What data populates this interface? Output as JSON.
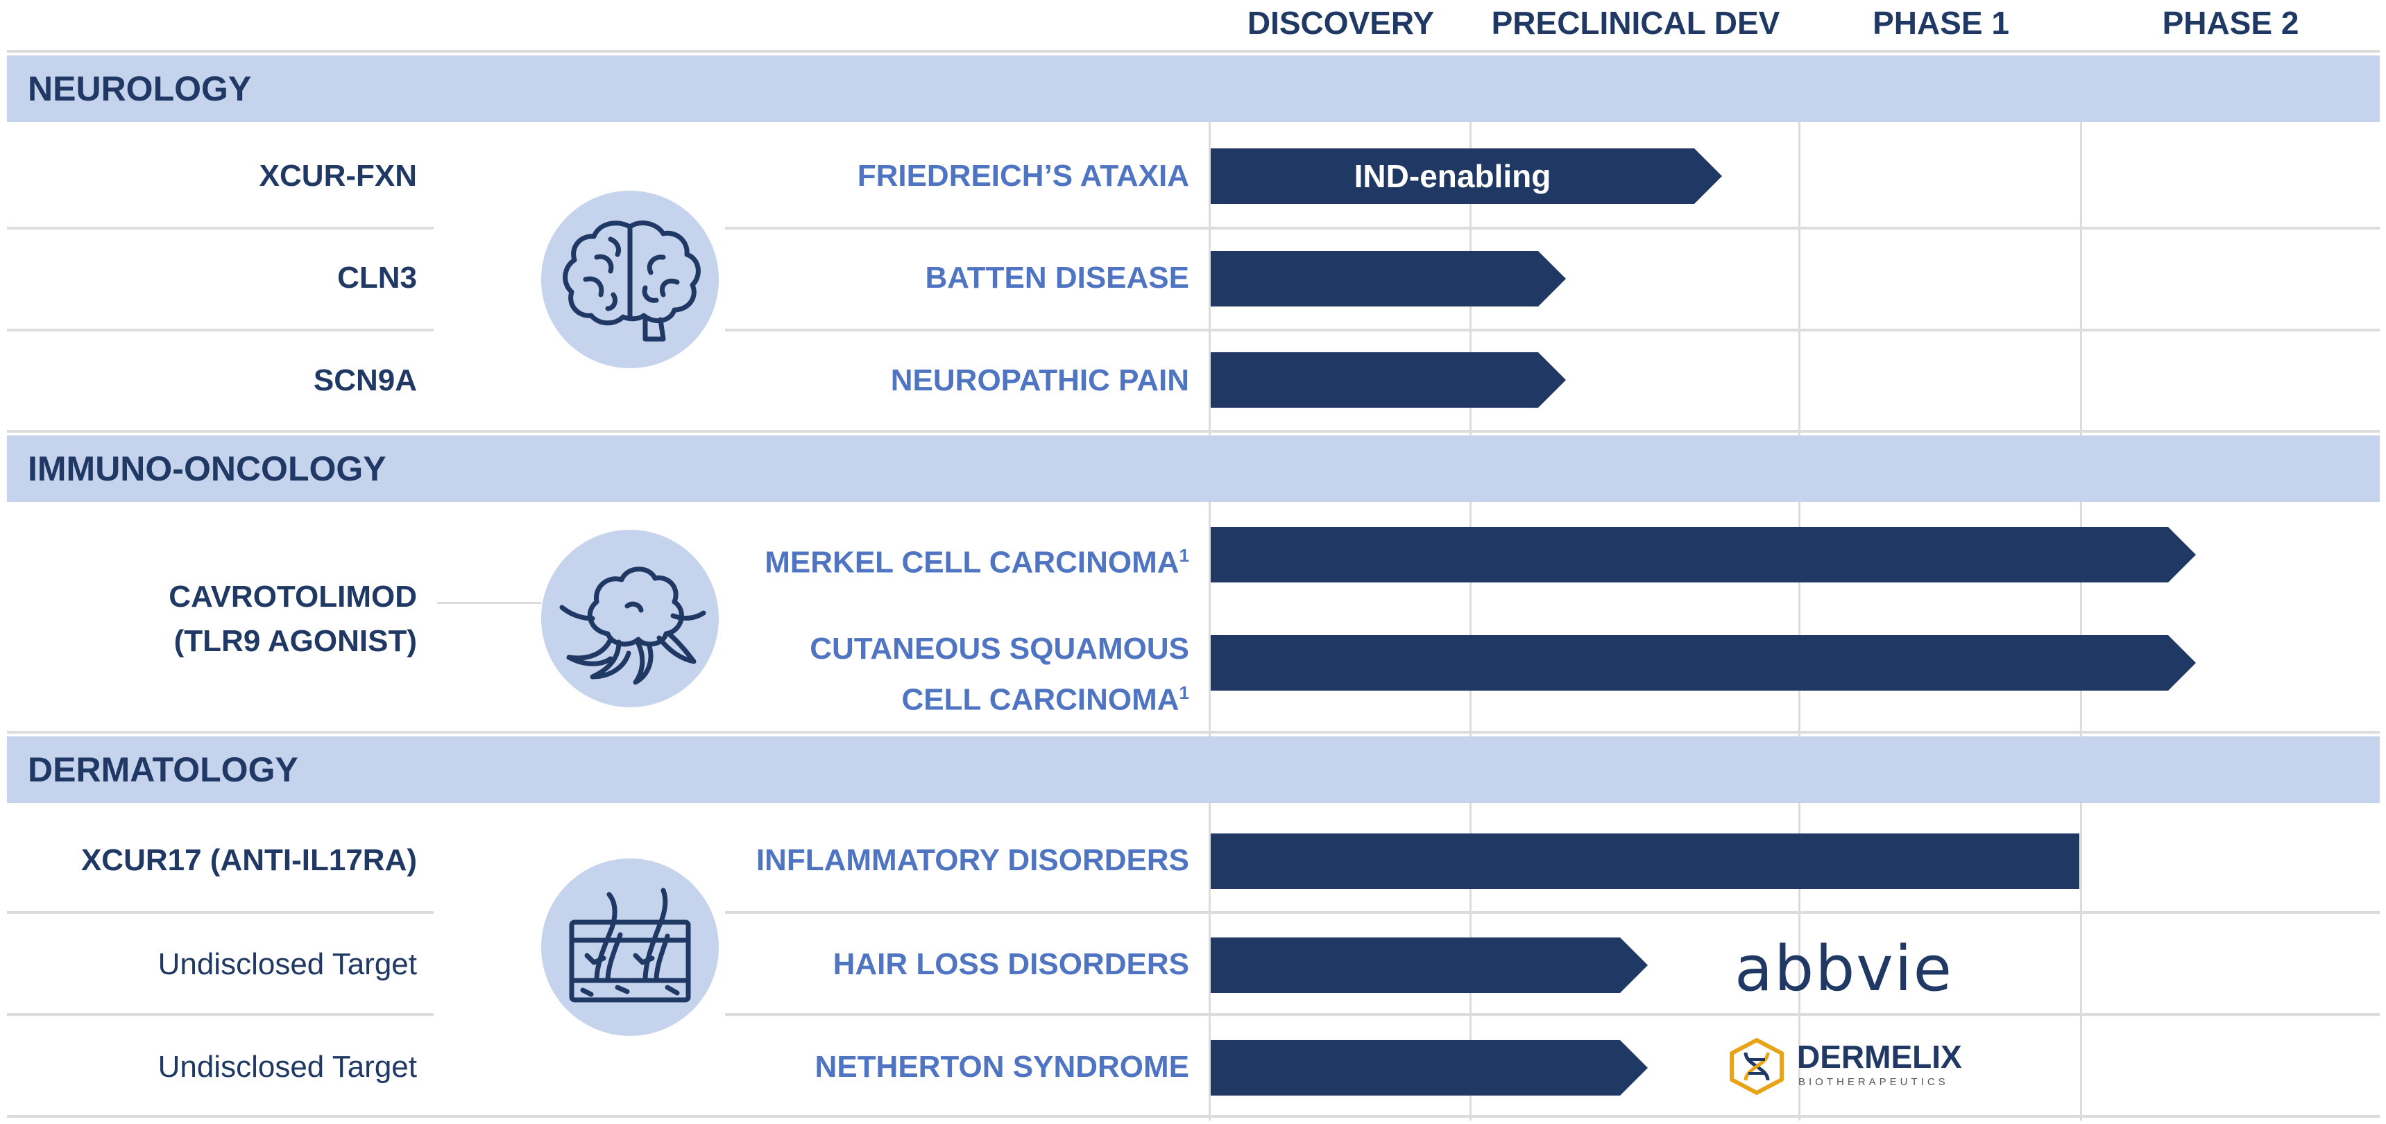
{
  "phases": [
    "DISCOVERY",
    "PRECLINICAL DEV",
    "PHASE 1",
    "PHASE 2"
  ],
  "categories": [
    {
      "name": "NEUROLOGY",
      "icon": "brain-icon",
      "programs": [
        {
          "program": "XCUR-FXN",
          "indication": "FRIEDREICH’S ATAXIA",
          "bar_label": "IND-enabling"
        },
        {
          "program": "CLN3",
          "indication": "BATTEN DISEASE"
        },
        {
          "program": "SCN9A",
          "indication": "NEUROPATHIC PAIN"
        }
      ]
    },
    {
      "name": "IMMUNO-ONCOLOGY",
      "icon": "tumor-icon",
      "program_lines": [
        "CAVROTOLIMOD",
        "(TLR9 AGONIST)"
      ],
      "indications": [
        {
          "lines": [
            "MERKEL CELL CARCINOMA"
          ],
          "superscript": "1"
        },
        {
          "lines": [
            "CUTANEOUS SQUAMOUS",
            "CELL CARCINOMA"
          ],
          "superscript": "1"
        }
      ]
    },
    {
      "name": "DERMATOLOGY",
      "icon": "hair-follicle-icon",
      "programs": [
        {
          "program": "XCUR17 (ANTI-IL17RA)",
          "indication": "INFLAMMATORY DISORDERS"
        },
        {
          "program": "Undisclosed Target",
          "indication": "HAIR LOSS DISORDERS",
          "partner": "abbvie"
        },
        {
          "program": "Undisclosed Target",
          "indication": "NETHERTON SYNDROME",
          "partner": "DERMELIX",
          "partner_sub": "BIOTHERAPEUTICS"
        }
      ]
    }
  ],
  "colors": {
    "navy": "#1f3864",
    "accent_blue": "#4f74c2",
    "category_band": "#c5d3ec",
    "dermelix_gold": "#e8a317"
  }
}
